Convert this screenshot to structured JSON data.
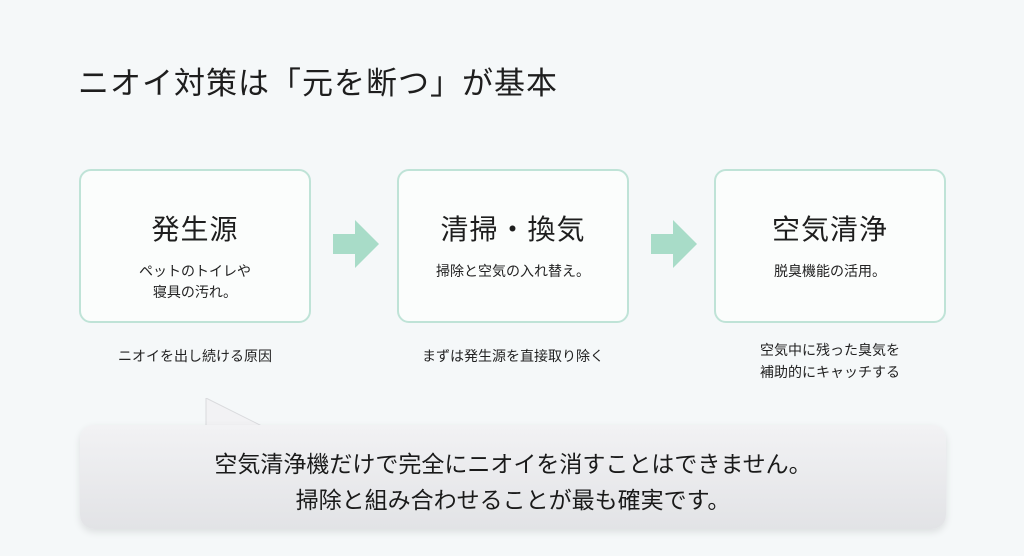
{
  "title": "ニオイ対策は「元を断つ」が基本",
  "steps": [
    {
      "heading": "発生源",
      "description": "ペットのトイレや\n寝具の汚れ。",
      "note": "ニオイを出し続ける原因"
    },
    {
      "heading": "清掃・換気",
      "description": "掃除と空気の入れ替え。",
      "note": "まずは発生源を直接取り除く"
    },
    {
      "heading": "空気清浄",
      "description": "脱臭機能の活用。",
      "note": "空気中に残った臭気を\n補助的にキャッチする"
    }
  ],
  "callout": {
    "line1": "空気清浄機だけで完全にニオイを消すことはできません。",
    "line2": "掃除と組み合わせることが最も確実です。"
  },
  "colors": {
    "card_border": "#bfe3d7",
    "arrow": "#a8dcc8",
    "background": "#f5f8f9"
  }
}
